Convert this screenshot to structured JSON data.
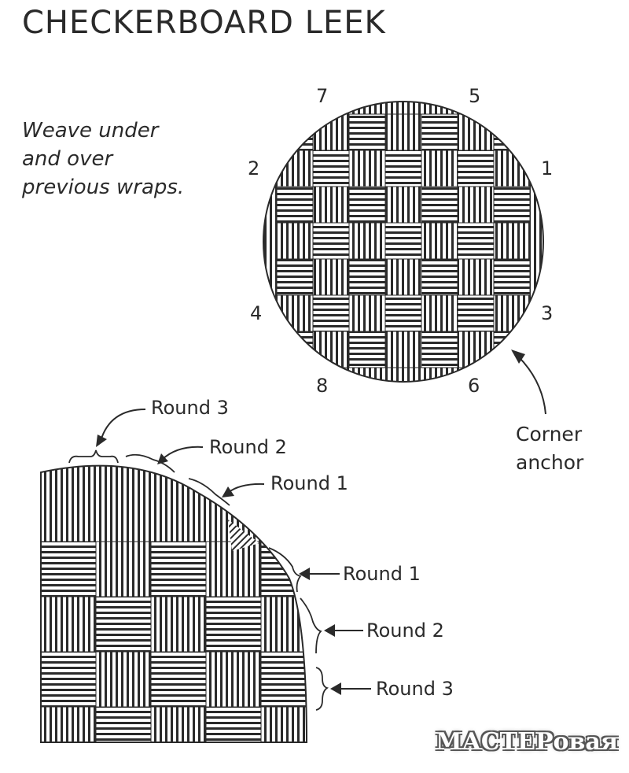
{
  "title": "CHECKERBOARD LEEK",
  "note_lines": [
    "Weave under",
    "and over",
    "previous wraps."
  ],
  "circle": {
    "numbers": [
      "7",
      "5",
      "2",
      "1",
      "4",
      "3",
      "8",
      "6"
    ],
    "corner_anchor_lines": [
      "Corner",
      "anchor"
    ]
  },
  "quarter": {
    "top_labels": [
      "Round 3",
      "Round 2",
      "Round 1"
    ],
    "side_labels": [
      "Round 1",
      "Round 2",
      "Round 3"
    ]
  },
  "watermark": "МАСТЕРовая"
}
